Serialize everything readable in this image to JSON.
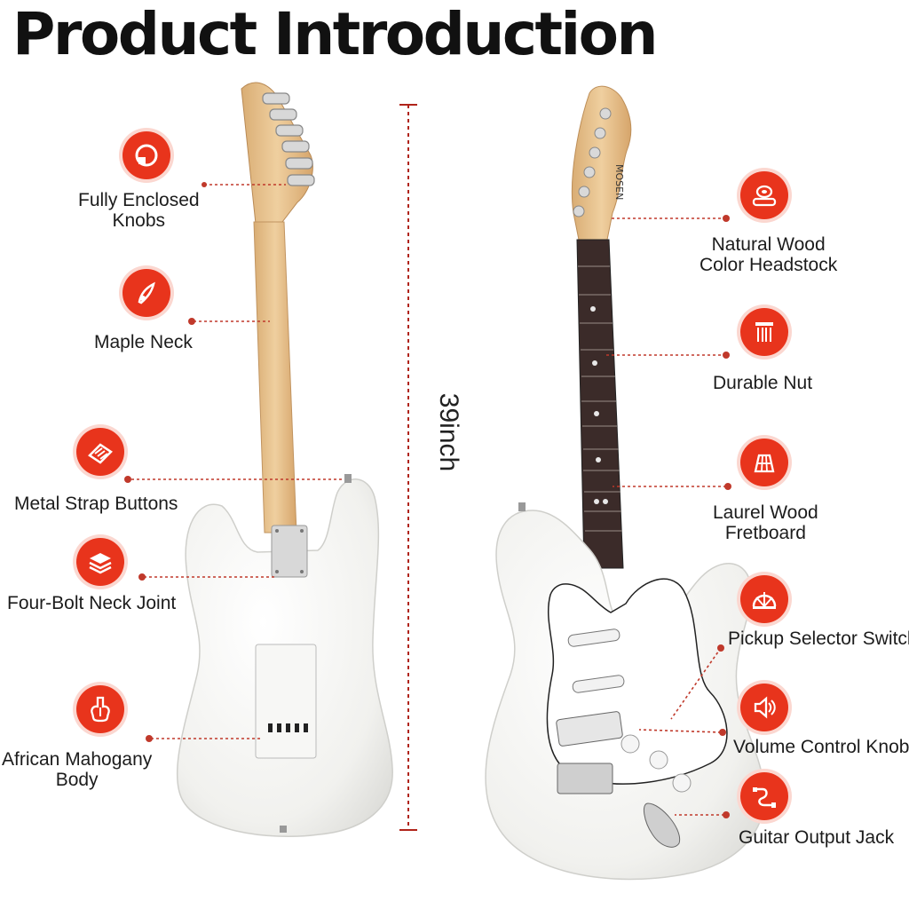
{
  "title": "Product Introduction",
  "dimension": "39inch",
  "brand": "MOSEN",
  "colors": {
    "accent": "#e8341c",
    "leader": "#c0392b",
    "body": "#f3f3f1",
    "maple": "#e6c08c",
    "fretboard": "#3a2a28"
  },
  "left_features": [
    {
      "icon": "knob-icon",
      "lines": [
        "Fully Enclosed",
        "Knobs"
      ]
    },
    {
      "icon": "neck-icon",
      "lines": [
        "Maple Neck"
      ]
    },
    {
      "icon": "strap-button-icon",
      "lines": [
        "Metal Strap Buttons"
      ]
    },
    {
      "icon": "layers-icon",
      "lines": [
        "Four-Bolt Neck Joint"
      ]
    },
    {
      "icon": "guitar-body-icon",
      "lines": [
        "African Mahogany",
        "Body"
      ]
    }
  ],
  "right_features": [
    {
      "icon": "headstock-icon",
      "lines": [
        "Natural Wood",
        "Color Headstock"
      ]
    },
    {
      "icon": "nut-icon",
      "lines": [
        "Durable Nut"
      ]
    },
    {
      "icon": "fretboard-icon",
      "lines": [
        "Laurel Wood",
        "Fretboard"
      ]
    },
    {
      "icon": "selector-switch-icon",
      "lines": [
        "Pickup Selector Switch"
      ]
    },
    {
      "icon": "speaker-icon",
      "lines": [
        "Volume Control Knob"
      ]
    },
    {
      "icon": "cable-icon",
      "lines": [
        "Guitar Output Jack"
      ]
    }
  ]
}
